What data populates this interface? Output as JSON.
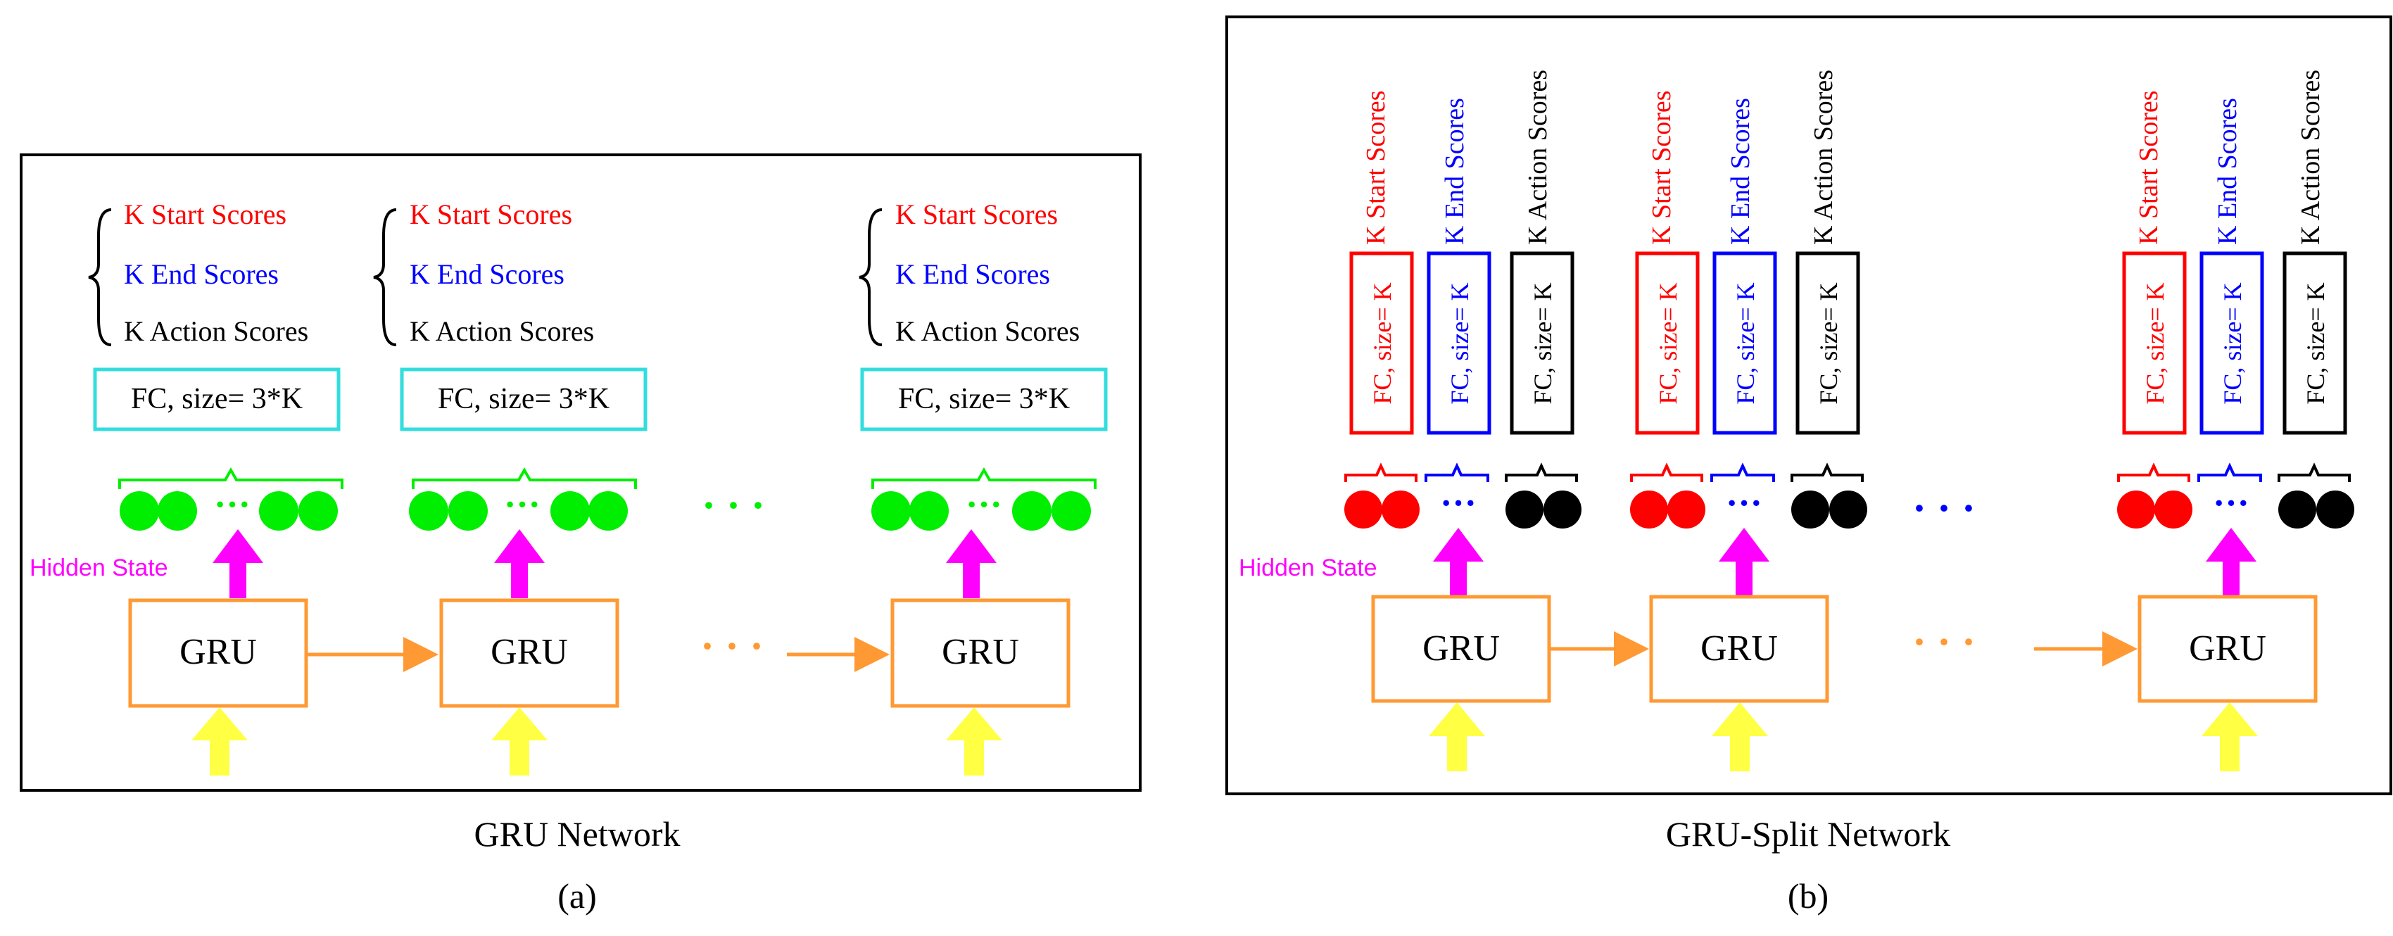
{
  "colors": {
    "red": "#ff0000",
    "blue": "#0000ff",
    "black": "#000000",
    "green": "#00ee00",
    "cyan": "#33dddd",
    "orange": "#ff9933",
    "yellow": "#ffff44",
    "magenta": "#ff00ff"
  },
  "panel_a": {
    "caption": "GRU Network",
    "label": "(a)",
    "hidden_state_label": "Hidden State",
    "gru_label": "GRU",
    "fc_label": "FC, size= 3*K",
    "scores": [
      "K Start Scores",
      "K End Scores",
      "K Action Scores"
    ],
    "ellipsis": "· · ·"
  },
  "panel_b": {
    "caption": "GRU-Split Network",
    "label": "(b)",
    "hidden_state_label": "Hidden State",
    "gru_label": "GRU",
    "fc_label": "FC, size= K",
    "scores": [
      "K Start Scores",
      "K End Scores",
      "K Action Scores"
    ],
    "ellipsis": "· · ·"
  }
}
